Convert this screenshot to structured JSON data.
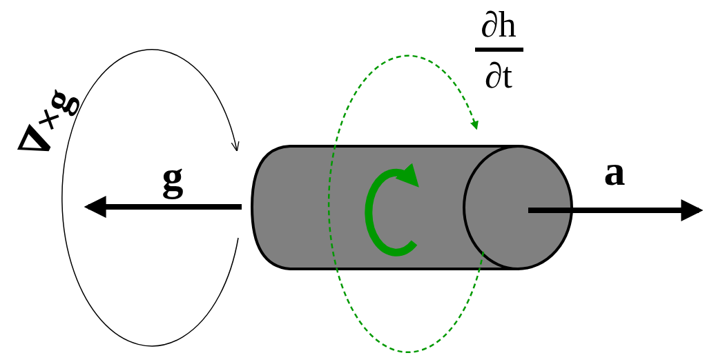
{
  "diagram": {
    "labels": [
      "∇×g",
      "g",
      "a",
      "∂h",
      "∂t"
    ]
  }
}
